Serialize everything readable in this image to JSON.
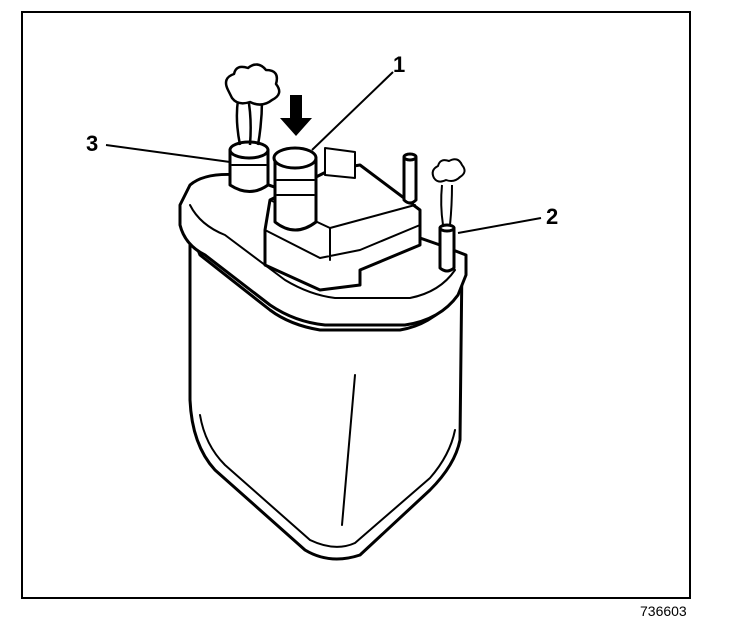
{
  "diagram": {
    "callouts": [
      {
        "id": "callout-1",
        "label": "1"
      },
      {
        "id": "callout-2",
        "label": "2"
      },
      {
        "id": "callout-3",
        "label": "3"
      }
    ],
    "figure_number": "736603"
  },
  "colors": {
    "line": "#000000",
    "background": "#ffffff"
  },
  "icons": [
    "down-arrow-icon",
    "air-flow-puff-icon"
  ]
}
